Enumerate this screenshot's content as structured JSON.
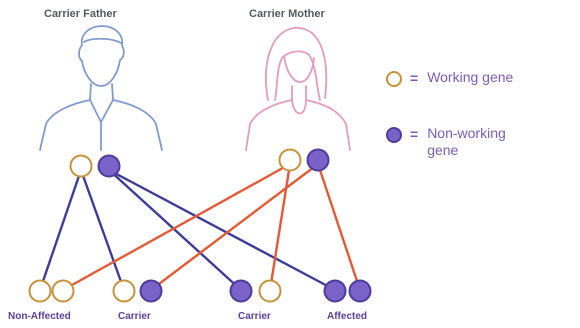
{
  "title_labels": {
    "father": "Carrier Father",
    "mother": "Carrier Mother"
  },
  "children": [
    {
      "label": "Non-Affected",
      "genes": [
        "working",
        "working"
      ]
    },
    {
      "label": "Carrier",
      "genes": [
        "working",
        "non-working"
      ]
    },
    {
      "label": "Carrier",
      "genes": [
        "non-working",
        "working"
      ]
    },
    {
      "label": "Affected",
      "genes": [
        "non-working",
        "non-working"
      ]
    }
  ],
  "legend": {
    "working": {
      "symbol": "=",
      "text": "Working gene"
    },
    "non_working": {
      "symbol": "=",
      "text": "Non-working gene"
    }
  },
  "colors": {
    "working_outline": "#c8913a",
    "non_working_fill": "#7a62c9",
    "non_working_outline": "#4e3c9c",
    "father_line": "#3d3c9a",
    "mother_line": "#e45a36",
    "father_figure": "#7f9bd0",
    "mother_figure": "#e59bbf"
  }
}
